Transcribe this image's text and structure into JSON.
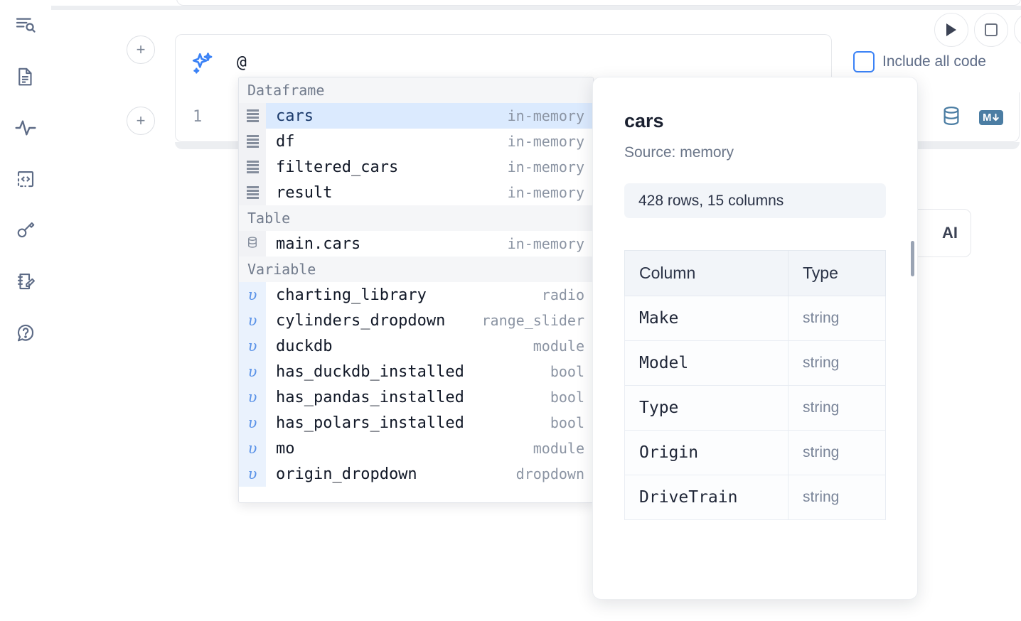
{
  "sidebar": {
    "items": [
      {
        "name": "explore-icon",
        "label": "Explore"
      },
      {
        "name": "notebook-file-icon",
        "label": "Notebook file"
      },
      {
        "name": "activity-icon",
        "label": "Activity"
      },
      {
        "name": "code-snippets-icon",
        "label": "Snippets"
      },
      {
        "name": "secrets-key-icon",
        "label": "Secrets"
      },
      {
        "name": "scratchpad-edit-icon",
        "label": "Scratchpad"
      },
      {
        "name": "help-question-icon",
        "label": "Help"
      }
    ]
  },
  "toolbar": {
    "run_label": "Run",
    "stop_label": "Stop",
    "include_all_code_label": "Include all code",
    "include_all_code_checked": false
  },
  "ai_prompt": {
    "value": "@",
    "icon": "ai-sparkle-icon"
  },
  "code_cell": {
    "line_number": "1",
    "sql_icon": "database-icon",
    "markdown_icon": "markdown-icon",
    "markdown_label": "M"
  },
  "ai_chip": {
    "label": "AI"
  },
  "add_buttons": {
    "label": "+"
  },
  "autocomplete": {
    "groups": [
      {
        "title": "Dataframe",
        "icon": "dataframe-lines-icon",
        "items": [
          {
            "name": "cars",
            "type": "in-memory",
            "selected": true
          },
          {
            "name": "df",
            "type": "in-memory",
            "selected": false
          },
          {
            "name": "filtered_cars",
            "type": "in-memory",
            "selected": false
          },
          {
            "name": "result",
            "type": "in-memory",
            "selected": false
          }
        ]
      },
      {
        "title": "Table",
        "icon": "database-icon",
        "items": [
          {
            "name": "main.cars",
            "type": "in-memory",
            "selected": false
          }
        ]
      },
      {
        "title": "Variable",
        "icon": "variable-upsilon-icon",
        "items": [
          {
            "name": "charting_library",
            "type": "radio",
            "selected": false
          },
          {
            "name": "cylinders_dropdown",
            "type": "range_slider",
            "selected": false
          },
          {
            "name": "duckdb",
            "type": "module",
            "selected": false
          },
          {
            "name": "has_duckdb_installed",
            "type": "bool",
            "selected": false
          },
          {
            "name": "has_pandas_installed",
            "type": "bool",
            "selected": false
          },
          {
            "name": "has_polars_installed",
            "type": "bool",
            "selected": false
          },
          {
            "name": "mo",
            "type": "module",
            "selected": false
          },
          {
            "name": "origin_dropdown",
            "type": "dropdown",
            "selected": false
          }
        ]
      }
    ]
  },
  "doc_panel": {
    "title": "cars",
    "source": "Source: memory",
    "shape": "428 rows, 15 columns",
    "columns_header": "Column",
    "type_header": "Type",
    "rows": [
      {
        "column": "Make",
        "type": "string"
      },
      {
        "column": "Model",
        "type": "string"
      },
      {
        "column": "Type",
        "type": "string"
      },
      {
        "column": "Origin",
        "type": "string"
      },
      {
        "column": "DriveTrain",
        "type": "string"
      }
    ]
  }
}
